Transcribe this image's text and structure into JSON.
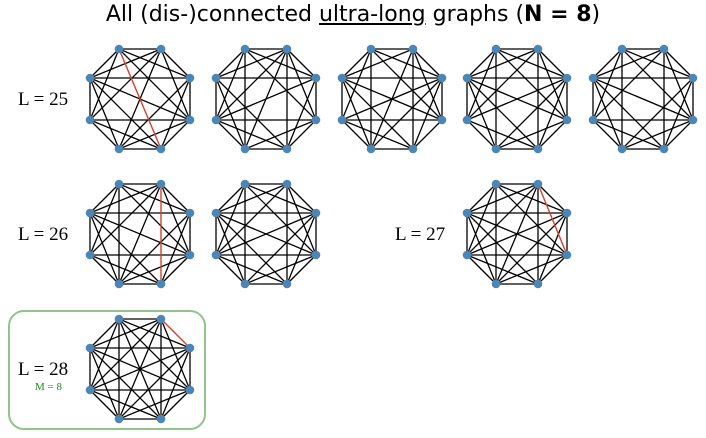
{
  "title": {
    "prefix": "All (dis-)connected ",
    "underlined": "ultra-long",
    "middle": " graphs (",
    "bold": "N = 8",
    "suffix": ")"
  },
  "colors": {
    "vertex": "#4a86b8",
    "edge": "#000000",
    "highlight_edge": "#d9402b",
    "box": "#8fc58a",
    "sublabel": "#1e8a1e"
  },
  "rows": [
    {
      "label": "L = 25"
    },
    {
      "label": "L = 26"
    },
    {
      "label": "L = 27"
    },
    {
      "label": "L = 28",
      "sublabel": "M = 8"
    }
  ],
  "graphs": [
    {
      "L": 25,
      "missing": [
        [
          0,
          5
        ],
        [
          1,
          4
        ],
        [
          2,
          6
        ]
      ],
      "red": [
        [
          0,
          4
        ]
      ]
    },
    {
      "L": 25,
      "missing": [
        [
          0,
          4
        ],
        [
          2,
          5
        ],
        [
          3,
          7
        ]
      ]
    },
    {
      "L": 25,
      "missing": [
        [
          0,
          4
        ],
        [
          1,
          6
        ],
        [
          3,
          5
        ]
      ]
    },
    {
      "L": 25,
      "missing": [
        [
          0,
          4
        ],
        [
          1,
          5
        ],
        [
          3,
          6
        ]
      ]
    },
    {
      "L": 25,
      "missing": [
        [
          0,
          4
        ],
        [
          1,
          5
        ],
        [
          2,
          6
        ]
      ]
    },
    {
      "L": 26,
      "missing": [
        [
          0,
          4
        ],
        [
          2,
          6
        ]
      ],
      "red": [
        [
          1,
          4
        ]
      ]
    },
    {
      "L": 26,
      "missing": [
        [
          0,
          4
        ],
        [
          1,
          5
        ]
      ]
    },
    {
      "L": 27,
      "missing": [
        [
          0,
          4
        ]
      ],
      "red": [
        [
          1,
          3
        ]
      ]
    },
    {
      "L": 28,
      "missing": [],
      "red": [
        [
          1,
          2
        ]
      ]
    }
  ]
}
